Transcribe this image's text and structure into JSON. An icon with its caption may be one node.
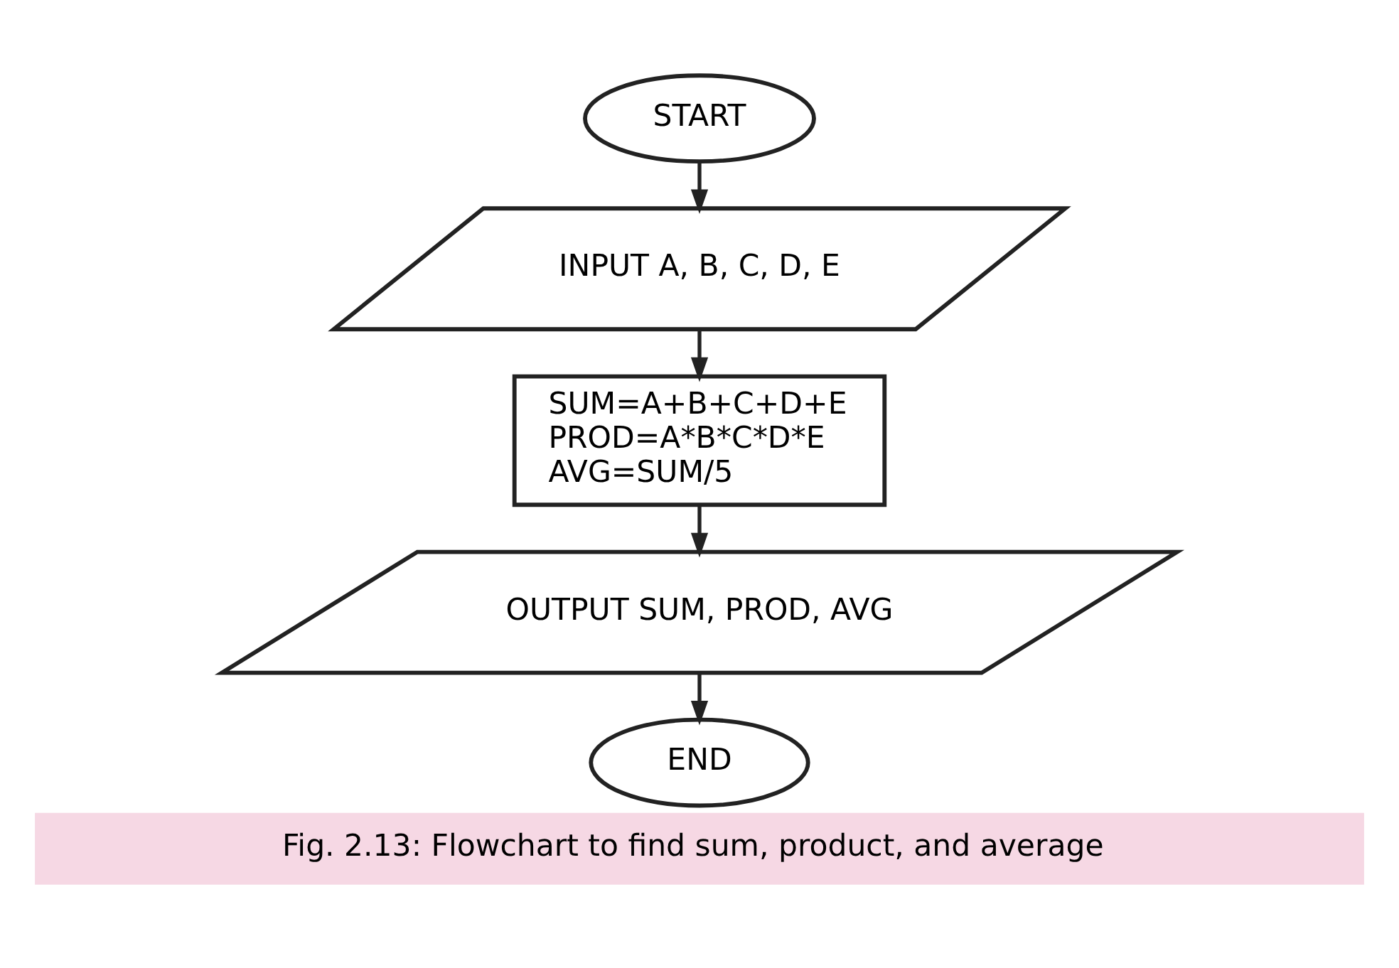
{
  "diagram": {
    "caption": "Fig. 2.13: Flowchart to find sum, product, and average",
    "nodes": [
      {
        "text": [
          "START"
        ]
      },
      {
        "text": [
          "INPUT A, B, C, D, E"
        ]
      },
      {
        "text": [
          "SUM=A+B+C+D+E",
          "PROD=A*B*C*D*E",
          "AVG=SUM/5"
        ]
      },
      {
        "text": [
          "OUTPUT SUM, PROD, AVG"
        ]
      },
      {
        "text": [
          "END"
        ]
      }
    ],
    "edges": [
      {
        "from": 0,
        "to": 1,
        "arrow": "to"
      },
      {
        "from": 1,
        "to": 2,
        "arrow": "to"
      },
      {
        "from": 2,
        "to": 3,
        "arrow": "to"
      },
      {
        "from": 3,
        "to": 4,
        "arrow": "to"
      }
    ]
  }
}
